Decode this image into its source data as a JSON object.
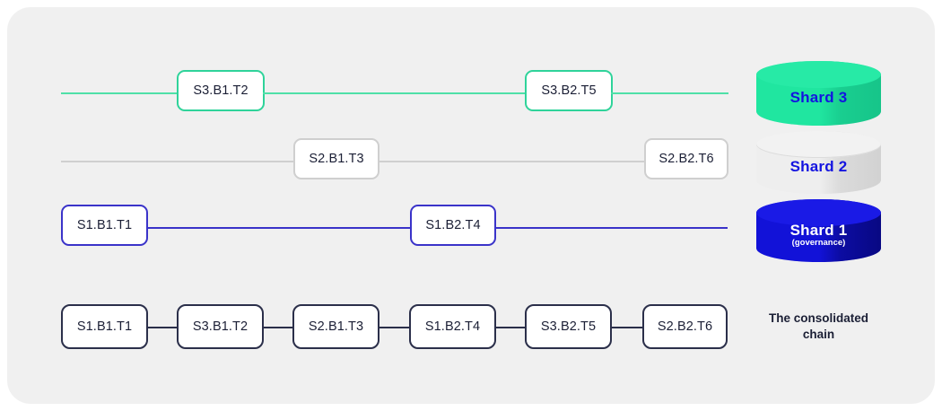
{
  "diagram": {
    "background_color": "#ffffff",
    "panel_color": "#f0f0f0"
  },
  "lanes": [
    {
      "id": "shard-3-lane",
      "accent": "#2fd39a",
      "line_color": "#4fe0a8",
      "nodes": [
        {
          "label": "S3.B1.T2"
        },
        {
          "label": "S3.B2.T5"
        }
      ]
    },
    {
      "id": "shard-2-lane",
      "accent": "#cfcfcf",
      "line_color": "#cfcfcf",
      "nodes": [
        {
          "label": "S2.B1.T3"
        },
        {
          "label": "S2.B2.T6"
        }
      ]
    },
    {
      "id": "shard-1-lane",
      "accent": "#3a33c9",
      "line_color": "#3a33c9",
      "nodes": [
        {
          "label": "S1.B1.T1"
        },
        {
          "label": "S1.B2.T4"
        }
      ]
    }
  ],
  "chain": {
    "link_color": "#2b2f4a",
    "nodes": [
      {
        "label": "S1.B1.T1"
      },
      {
        "label": "S3.B1.T2"
      },
      {
        "label": "S2.B1.T3"
      },
      {
        "label": "S1.B2.T4"
      },
      {
        "label": "S3.B2.T5"
      },
      {
        "label": "S2.B2.T6"
      }
    ],
    "caption_line1": "The consolidated",
    "caption_line2": "chain"
  },
  "shards": [
    {
      "id": "shard-3",
      "title": "Shard 3",
      "subtitle": "",
      "fill": "#20e6a0",
      "text_color": "#1414e0"
    },
    {
      "id": "shard-2",
      "title": "Shard 2",
      "subtitle": "",
      "fill": "#eeeeee",
      "text_color": "#1414e0"
    },
    {
      "id": "shard-1",
      "title": "Shard 1",
      "subtitle": "(governance)",
      "fill": "#1212d8",
      "text_color": "#ffffff"
    }
  ]
}
